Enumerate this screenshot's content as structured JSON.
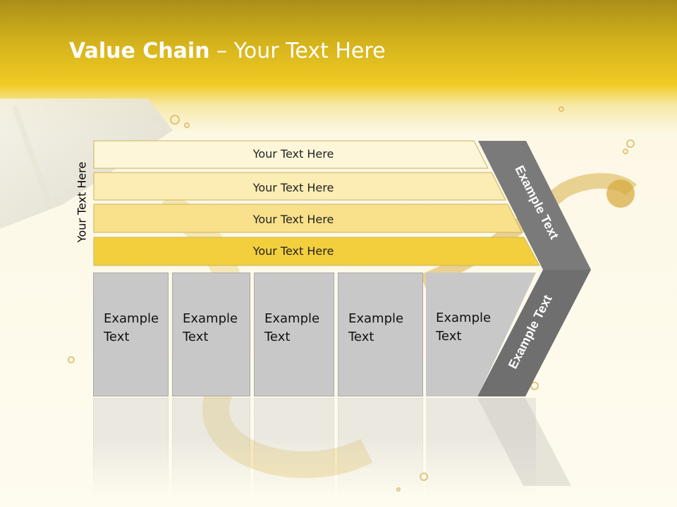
{
  "slide": {
    "title_bold": "Value Chain",
    "title_rest": " – Your Text Here",
    "side_label": "Your Text Here",
    "bars": [
      {
        "label": "Your Text Here",
        "color": "#fdf6d9"
      },
      {
        "label": "Your Text Here",
        "color": "#fbedb3"
      },
      {
        "label": "Your Text Here",
        "color": "#f8e18a"
      },
      {
        "label": "Your Text Here",
        "color": "#f3cf3e"
      }
    ],
    "boxes": [
      {
        "line1": "Example",
        "line2": "Text"
      },
      {
        "line1": "Example",
        "line2": "Text"
      },
      {
        "line1": "Example",
        "line2": "Text"
      },
      {
        "line1": "Example",
        "line2": "Text"
      },
      {
        "line1": "Example",
        "line2": "Text"
      }
    ],
    "chevron_top_label": "Example Text",
    "chevron_bottom_label": "Example Text",
    "colors": {
      "header": "#f0cb24",
      "chevron_top": "#7a7a7a",
      "chevron_bottom": "#6f6f6f",
      "box": "#c8c8c8"
    }
  }
}
